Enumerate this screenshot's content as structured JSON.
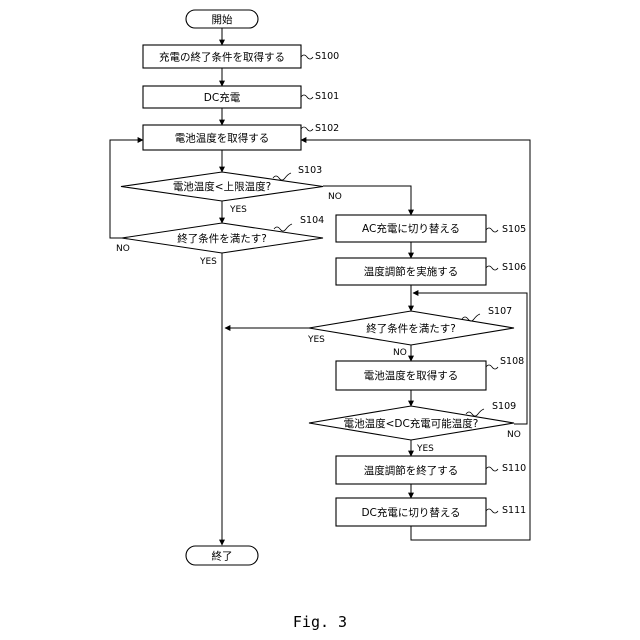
{
  "caption": "Fig. 3",
  "nodes": {
    "start": "開始",
    "s100": "充電の終了条件を取得する",
    "s101": "DC充電",
    "s102": "電池温度を取得する",
    "s103": "電池温度<上限温度?",
    "s104": "終了条件を満たす?",
    "s105": "AC充電に切り替える",
    "s106": "温度調節を実施する",
    "s107": "終了条件を満たす?",
    "s108": "電池温度を取得する",
    "s109": "電池温度<DC充電可能温度?",
    "s110": "温度調節を終了する",
    "s111": "DC充電に切り替える",
    "end": "終了"
  },
  "step_labels": {
    "s100": "S100",
    "s101": "S101",
    "s102": "S102",
    "s103": "S103",
    "s104": "S104",
    "s105": "S105",
    "s106": "S106",
    "s107": "S107",
    "s108": "S108",
    "s109": "S109",
    "s110": "S110",
    "s111": "S111"
  },
  "branches": {
    "s103_yes": "YES",
    "s103_no": "NO",
    "s104_yes": "YES",
    "s104_no": "NO",
    "s107_yes": "YES",
    "s107_no": "NO",
    "s109_yes": "YES",
    "s109_no": "NO"
  }
}
